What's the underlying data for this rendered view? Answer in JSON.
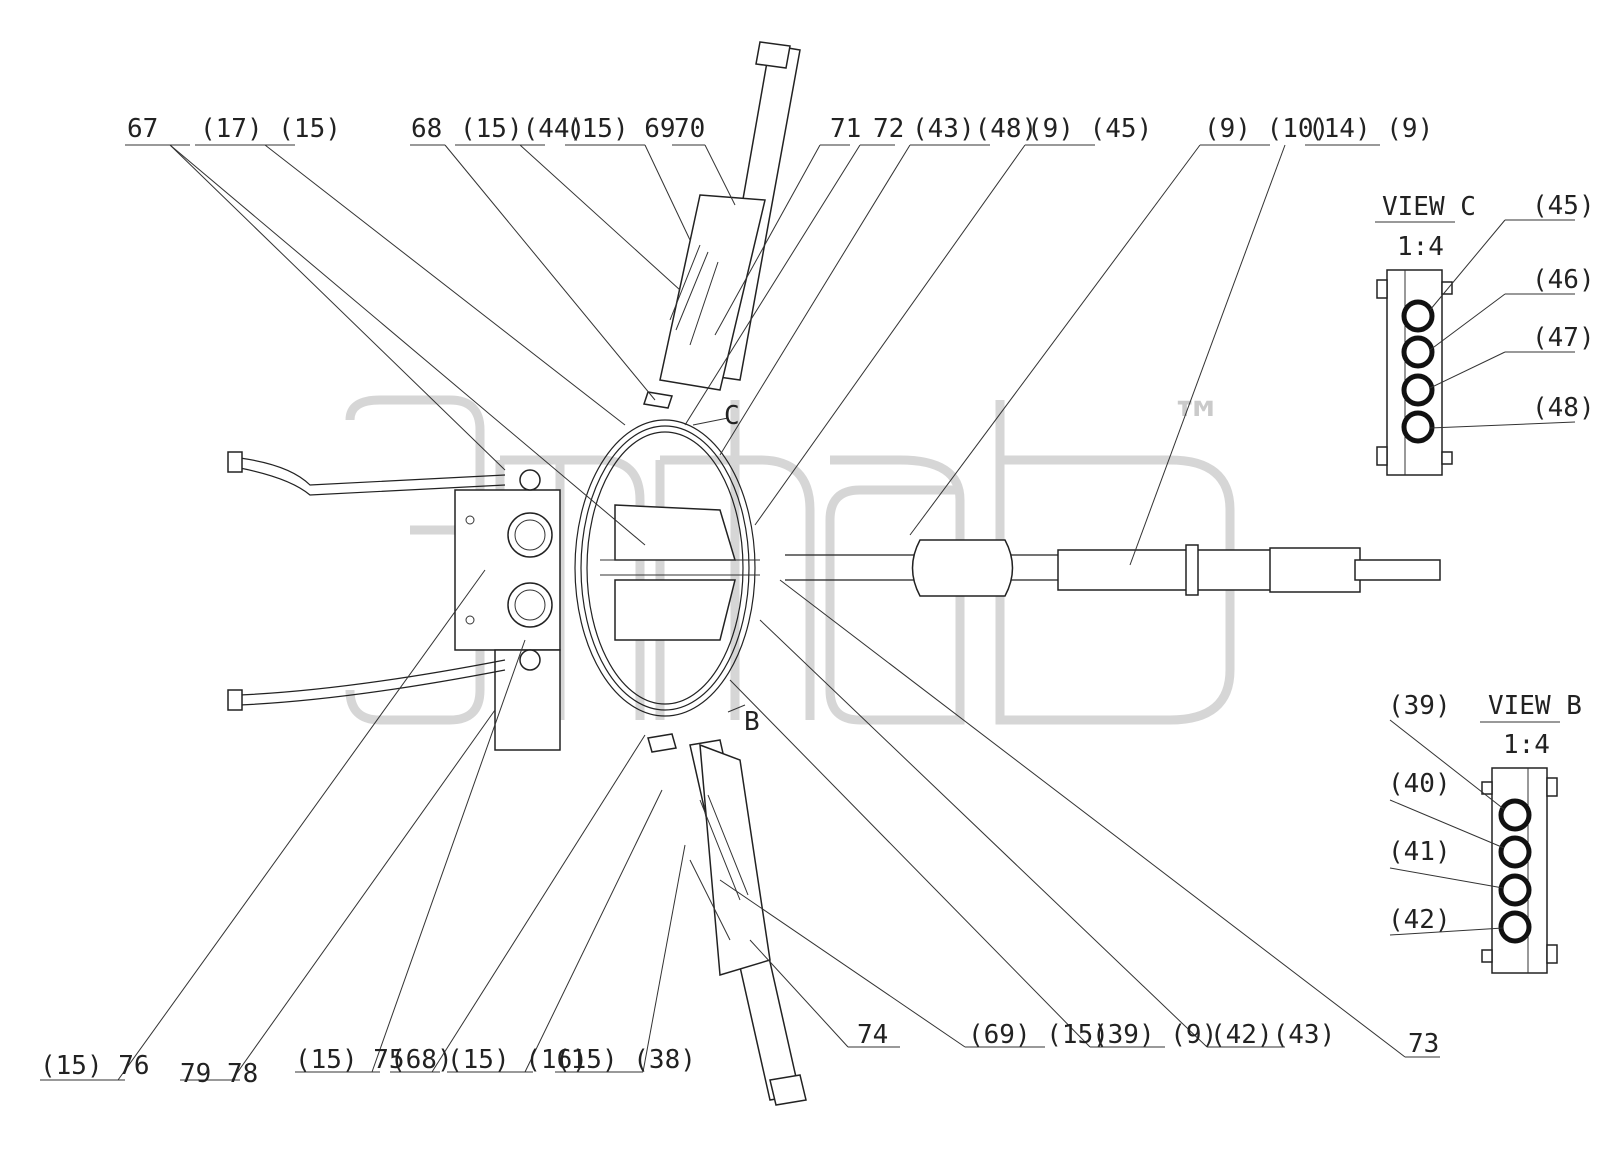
{
  "callouts_top": [
    "67",
    "(17) (15)",
    "68",
    "(15)(44)",
    "(15) 69",
    "70",
    "71",
    "72",
    "(43)(48)",
    "(9) (45)",
    "(9) (10)",
    "(14) (9)"
  ],
  "callouts_bottom": [
    "(15) 76",
    "79 78",
    "(15) 75",
    "(68)",
    "(15) (16)",
    "(15) (38)",
    "74",
    "(69) (15)",
    "(39) (9)",
    "(42)(43)",
    "73"
  ],
  "view_c": {
    "title": "VIEW C",
    "scale": "1:4",
    "labels": [
      "(45)",
      "(46)",
      "(47)",
      "(48)"
    ]
  },
  "view_b": {
    "title": "VIEW B",
    "scale": "1:4",
    "labels": [
      "(39)",
      "(40)",
      "(41)",
      "(42)"
    ]
  },
  "view_markers": {
    "c": "C",
    "b": "B"
  },
  "watermark": {
    "text": "3Dmdb",
    "tm": "™"
  }
}
